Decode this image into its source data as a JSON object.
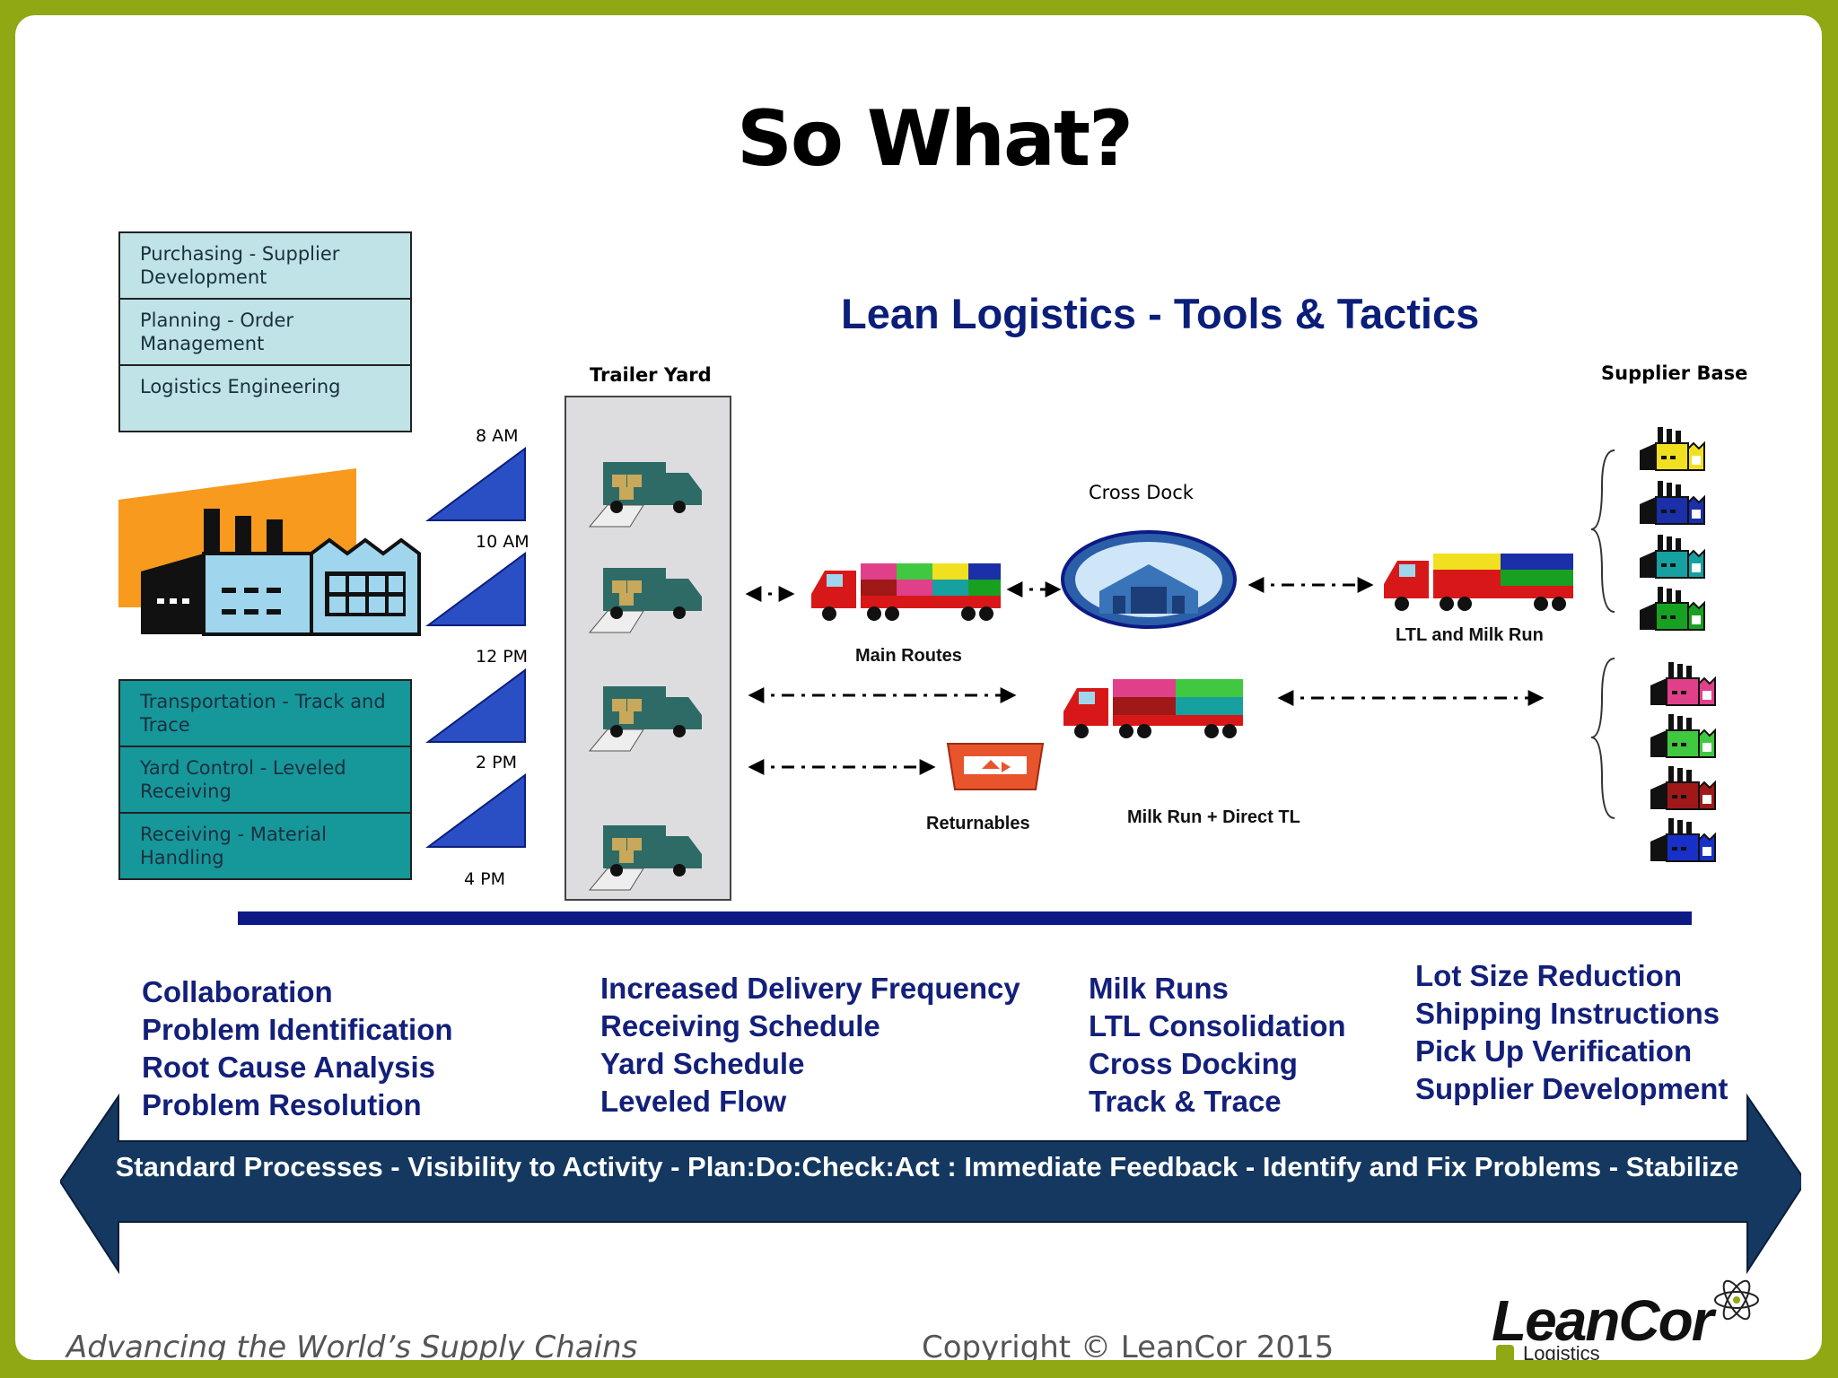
{
  "title": "So What?",
  "subtitle": "Lean Logistics - Tools & Tactics",
  "left_boxes_top": [
    {
      "label": "Purchasing - Supplier Development"
    },
    {
      "label": "Planning - Order Management"
    },
    {
      "label": "Logistics Engineering"
    }
  ],
  "left_boxes_bottom": [
    {
      "label": "Transportation - Track and Trace"
    },
    {
      "label": "Yard Control - Leveled Receiving"
    },
    {
      "label": "Receiving - Material Handling"
    }
  ],
  "times": [
    "8 AM",
    "10 AM",
    "12 PM",
    "2 PM",
    "4 PM"
  ],
  "labels": {
    "trailer_yard": "Trailer Yard",
    "supplier_base": "Supplier Base",
    "cross_dock": "Cross Dock",
    "main_routes": "Main Routes",
    "ltl_milk_run": "LTL and Milk Run",
    "milk_run_direct": "Milk Run + Direct TL",
    "returnables": "Returnables"
  },
  "columns": [
    [
      "Collaboration",
      "Problem Identification",
      "Root Cause Analysis",
      "Problem Resolution"
    ],
    [
      "Increased Delivery Frequency",
      "Receiving Schedule",
      "Yard Schedule",
      "Leveled Flow"
    ],
    [
      "Milk Runs",
      "LTL Consolidation",
      "Cross Docking",
      "Track & Trace"
    ],
    [
      "Lot Size Reduction",
      "Shipping Instructions",
      "Pick Up Verification",
      "Supplier Development"
    ]
  ],
  "arrow_text": "Standard Processes - Visibility to Activity - Plan:Do:Check:Act : Immediate Feedback - Identify and Fix Problems - Stabilize",
  "footer": {
    "tagline": "Advancing the World’s Supply Chains",
    "copyright": "Copyright © LeanCor 2015",
    "logo": "LeanCor",
    "logo_sub": "Logistics"
  },
  "colors": {
    "frame": "#8fa813",
    "title_blue": "#0b1e7a",
    "bar_blue": "#0d1a86",
    "arrow_fill": "#143860",
    "box_light": "#bfe3e6",
    "box_teal": "#16979a",
    "triangle_blue": "#2a4fc4"
  },
  "supplier_colors": [
    "#f0e020",
    "#1a2fa8",
    "#16a0a0",
    "#18a020",
    "#e0408a",
    "#40c840",
    "#a01818",
    "#1830c8"
  ]
}
